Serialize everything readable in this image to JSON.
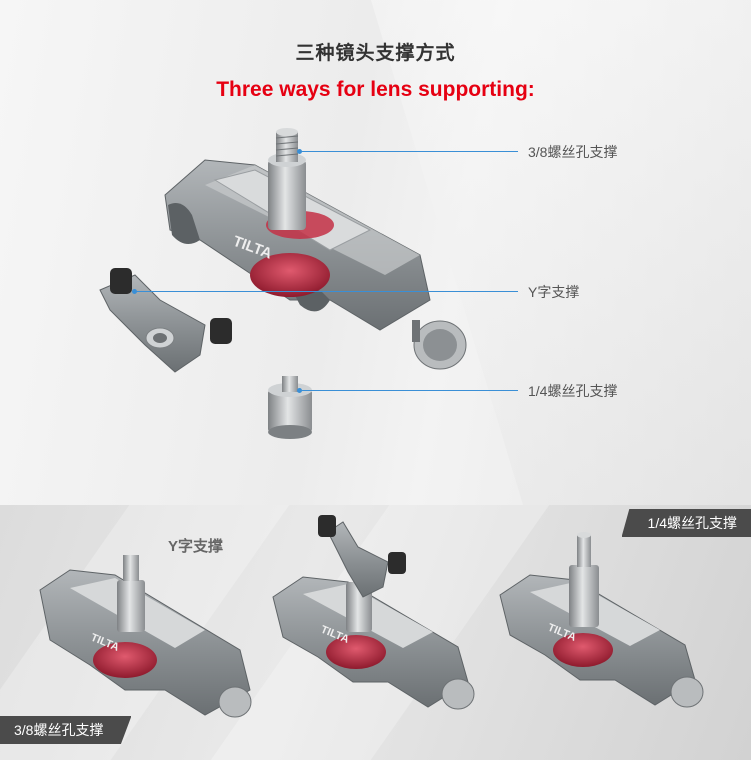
{
  "header": {
    "title_cn": "三种镜头支撑方式",
    "title_en": "Three ways for lens supporting:"
  },
  "callouts": {
    "screw_38": "3/8螺丝孔支撑",
    "y_support": "Y字支撑",
    "screw_14": "1/4螺丝孔支撑"
  },
  "bottom_labels": {
    "tag_14": "1/4螺丝孔支撑",
    "y_support": "Y字支撑",
    "tag_38": "3/8螺丝孔支撑"
  },
  "brand": {
    "logo_text": "TILTA"
  },
  "colors": {
    "accent_red": "#e60012",
    "callout_line": "#3a8fd6",
    "metal_gray": "#8d9295",
    "knob_red": "#b8283f"
  }
}
